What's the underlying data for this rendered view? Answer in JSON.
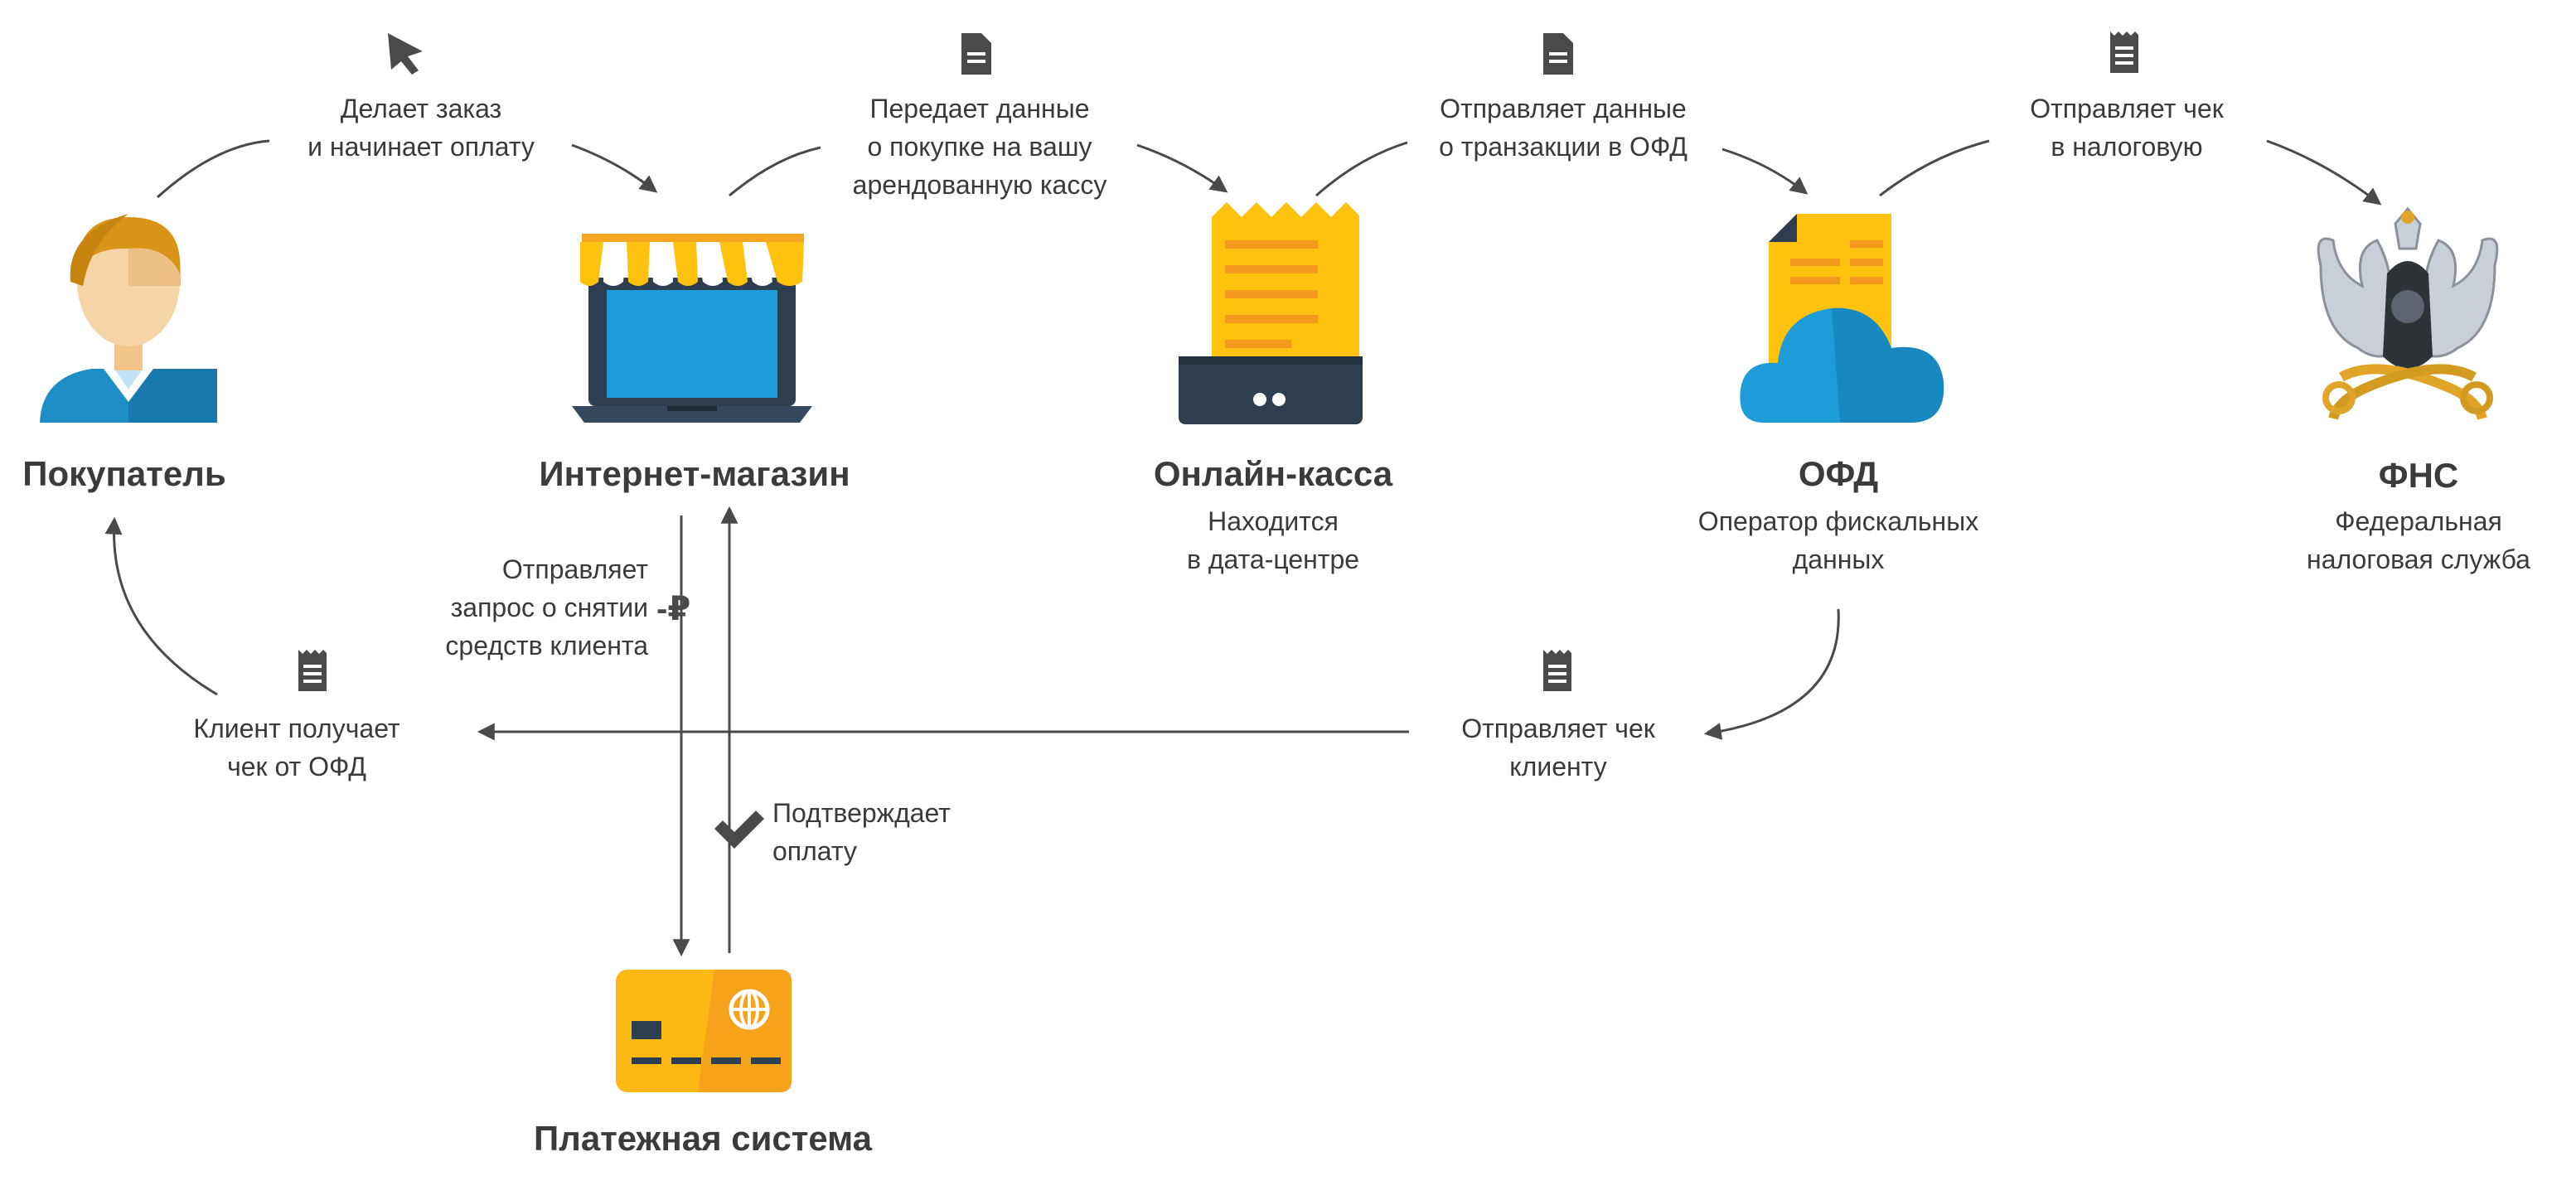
{
  "nodes": {
    "buyer": {
      "title": "Покупатель"
    },
    "shop": {
      "title": "Интернет-магазин"
    },
    "kassa": {
      "title": "Онлайн-касса",
      "subtitle": "Находится\nв дата-центре"
    },
    "ofd": {
      "title": "ОФД",
      "subtitle": "Оператор фискальных\nданных"
    },
    "fns": {
      "title": "ФНС",
      "subtitle": "Федеральная\nналоговая служба"
    },
    "payment": {
      "title": "Платежная система"
    }
  },
  "steps": {
    "order": "Делает заказ\nи начинает оплату",
    "transfer": "Передает данные\nо покупке на вашу\nарендованную кассу",
    "to_ofd": "Отправляет данные\nо транзакции в ОФД",
    "to_tax": "Отправляет чек\nв налоговую",
    "request": "Отправляет\nзапрос о снятии\nсредств клиента",
    "confirm": "Подтверждает\nоплату",
    "to_client": "Отправляет чек\nклиенту",
    "client_gets": "Клиент получает\nчек от ОФД"
  },
  "symbols": {
    "minus_ruble": "-₽"
  },
  "icons": {
    "cursor": "cursor-icon",
    "document": "document-icon",
    "receipt": "receipt-icon",
    "check": "checkmark-icon",
    "buyer": "person-avatar-icon",
    "shop": "laptop-store-icon",
    "kassa": "cash-register-icon",
    "ofd": "cloud-document-icon",
    "fns": "coat-of-arms-icon",
    "payment": "credit-card-icon"
  },
  "colors": {
    "text": "#3a3a3a",
    "arrow": "#4a4a4a",
    "accent_yellow": "#FFC20E",
    "orange": "#F39A1E",
    "blue": "#1E9CD7",
    "navy": "#2C3E50",
    "card": "#FDB913"
  }
}
